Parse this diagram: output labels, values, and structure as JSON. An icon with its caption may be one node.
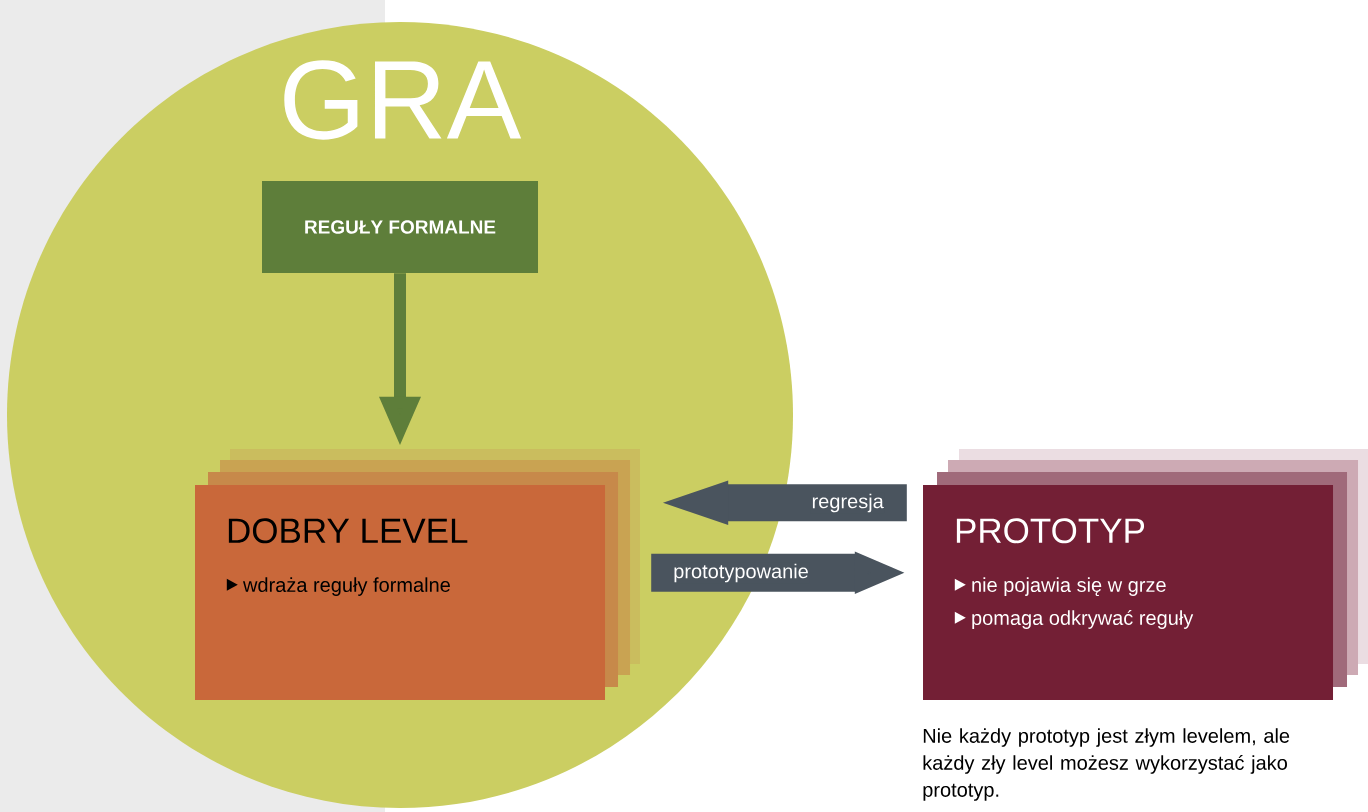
{
  "diagram": {
    "nodes": [
      {
        "text": [
          "GRA"
        ]
      },
      {
        "text": [
          "REGUŁY FORMALNE"
        ],
        "in": 0
      },
      {
        "text": [
          "DOBRY LEVEL",
          "wdraża reguły formalne"
        ],
        "in": 0
      },
      {
        "text": [
          "PROTOTYP",
          "nie pojawia się w grze",
          "pomaga odkrywać reguły"
        ]
      }
    ],
    "edges": [
      {
        "from": 1,
        "to": 2,
        "arrow": "to",
        "color": "#5e7e3a"
      },
      {
        "from": 3,
        "to": 2,
        "arrow": "to",
        "label": "regresja"
      },
      {
        "from": 2,
        "to": 3,
        "arrow": "to",
        "label": "prototypowanie"
      }
    ],
    "labels": [
      "Nie każdy prototyp jest złym levelem, ale każdy zły level możesz wykorzystać jako prototyp."
    ]
  }
}
